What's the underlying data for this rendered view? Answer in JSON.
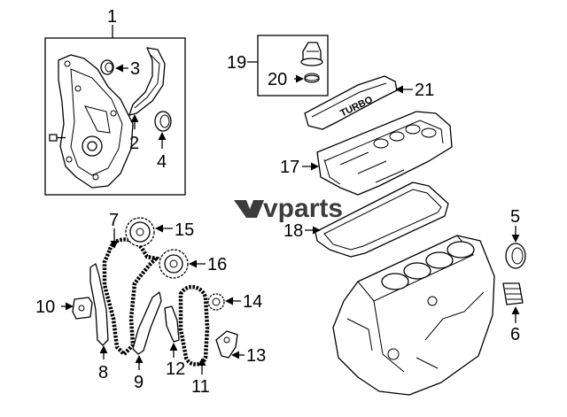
{
  "callouts": [
    {
      "id": "1",
      "label": "1"
    },
    {
      "id": "2",
      "label": "2"
    },
    {
      "id": "3",
      "label": "3"
    },
    {
      "id": "4",
      "label": "4"
    },
    {
      "id": "5",
      "label": "5"
    },
    {
      "id": "6",
      "label": "6"
    },
    {
      "id": "7",
      "label": "7"
    },
    {
      "id": "8",
      "label": "8"
    },
    {
      "id": "9",
      "label": "9"
    },
    {
      "id": "10",
      "label": "10"
    },
    {
      "id": "11",
      "label": "11"
    },
    {
      "id": "12",
      "label": "12"
    },
    {
      "id": "13",
      "label": "13"
    },
    {
      "id": "14",
      "label": "14"
    },
    {
      "id": "15",
      "label": "15"
    },
    {
      "id": "16",
      "label": "16"
    },
    {
      "id": "17",
      "label": "17"
    },
    {
      "id": "18",
      "label": "18"
    },
    {
      "id": "19",
      "label": "19"
    },
    {
      "id": "20",
      "label": "20"
    },
    {
      "id": "21",
      "label": "21"
    }
  ],
  "watermark": {
    "text": "vparts",
    "logo": "mvparts-logo"
  },
  "cover_marking": "TURBO",
  "colors": {
    "line": "#000000",
    "background": "#ffffff",
    "watermark": "#3c3c3c"
  }
}
